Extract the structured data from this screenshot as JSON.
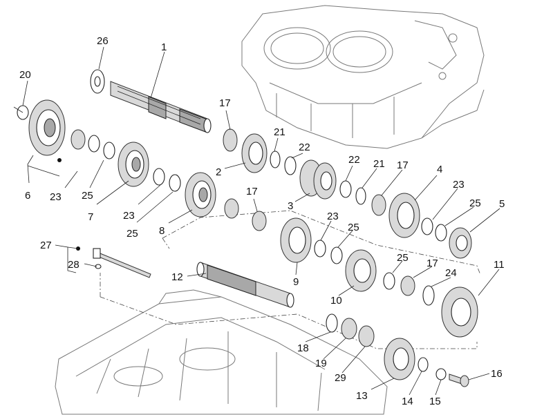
{
  "diagram": {
    "parts": [
      {
        "n": "1"
      },
      {
        "n": "2"
      },
      {
        "n": "3"
      },
      {
        "n": "4"
      },
      {
        "n": "5"
      },
      {
        "n": "6"
      },
      {
        "n": "7"
      },
      {
        "n": "8"
      },
      {
        "n": "9"
      },
      {
        "n": "10"
      },
      {
        "n": "11"
      },
      {
        "n": "12"
      },
      {
        "n": "13"
      },
      {
        "n": "14"
      },
      {
        "n": "15"
      },
      {
        "n": "16"
      },
      {
        "n": "17"
      },
      {
        "n": "17"
      },
      {
        "n": "17"
      },
      {
        "n": "17"
      },
      {
        "n": "18"
      },
      {
        "n": "19"
      },
      {
        "n": "20"
      },
      {
        "n": "21"
      },
      {
        "n": "21"
      },
      {
        "n": "22"
      },
      {
        "n": "22"
      },
      {
        "n": "23"
      },
      {
        "n": "23"
      },
      {
        "n": "23"
      },
      {
        "n": "23"
      },
      {
        "n": "24"
      },
      {
        "n": "25"
      },
      {
        "n": "25"
      },
      {
        "n": "25"
      },
      {
        "n": "25"
      },
      {
        "n": "25"
      },
      {
        "n": "26"
      },
      {
        "n": "27"
      },
      {
        "n": "28"
      },
      {
        "n": "29"
      }
    ]
  }
}
